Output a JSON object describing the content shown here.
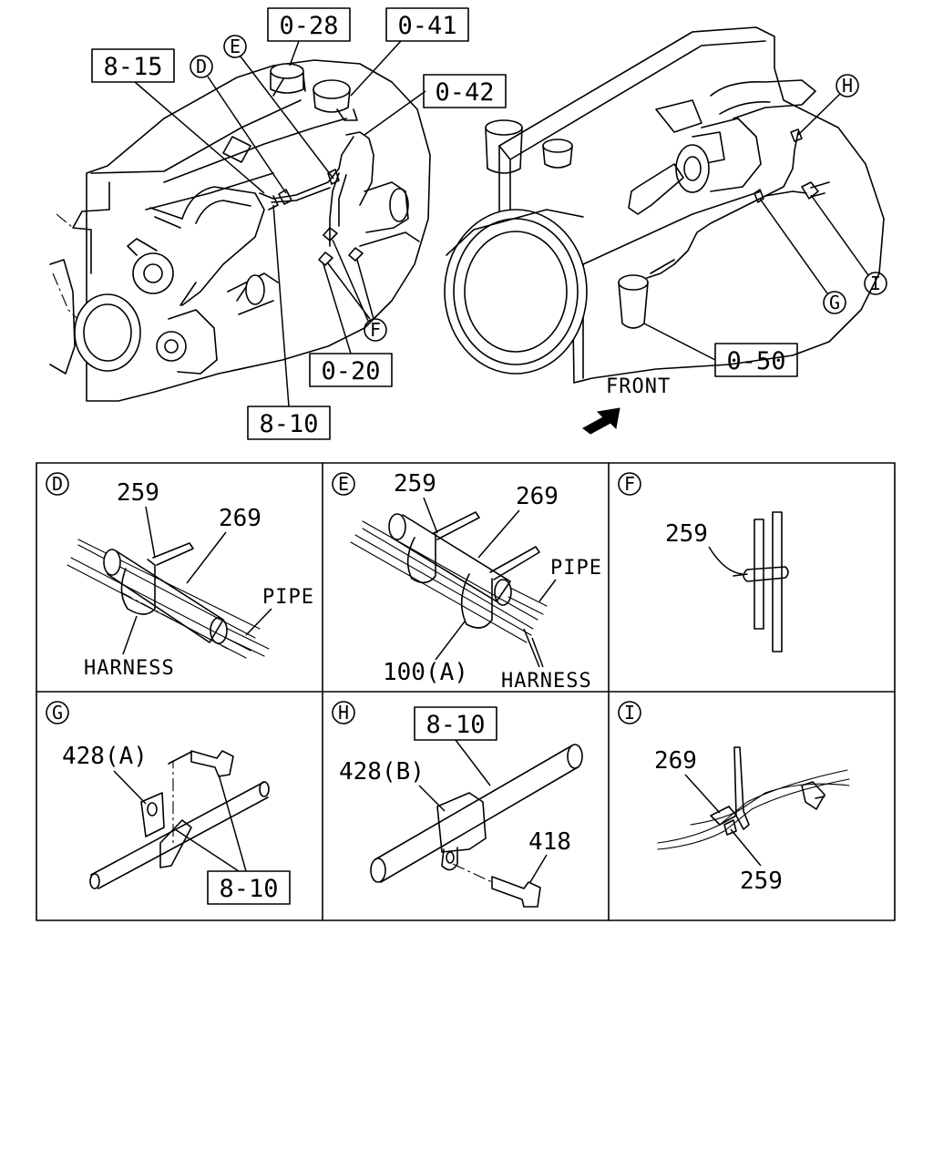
{
  "upper_callouts": {
    "c028": "0-28",
    "c041": "0-41",
    "c042": "0-42",
    "c815": "8-15",
    "c020": "0-20",
    "c810": "8-10",
    "c050": "0-50"
  },
  "view_letters": {
    "D": "D",
    "E": "E",
    "F": "F",
    "G": "G",
    "H": "H",
    "I": "I"
  },
  "front_label": "FRONT",
  "details": {
    "D": {
      "letter": "D",
      "n1": "259",
      "n2": "269",
      "pipe": "PIPE",
      "harness": "HARNESS"
    },
    "E": {
      "letter": "E",
      "n1": "259",
      "n2": "269",
      "pipe": "PIPE",
      "n3": "100(A)",
      "harness": "HARNESS"
    },
    "F": {
      "letter": "F",
      "n1": "259"
    },
    "G": {
      "letter": "G",
      "n1": "428(A)",
      "box": "8-10"
    },
    "H": {
      "letter": "H",
      "box": "8-10",
      "n1": "428(B)",
      "n2": "418"
    },
    "I": {
      "letter": "I",
      "n1": "269",
      "n2": "259"
    }
  }
}
